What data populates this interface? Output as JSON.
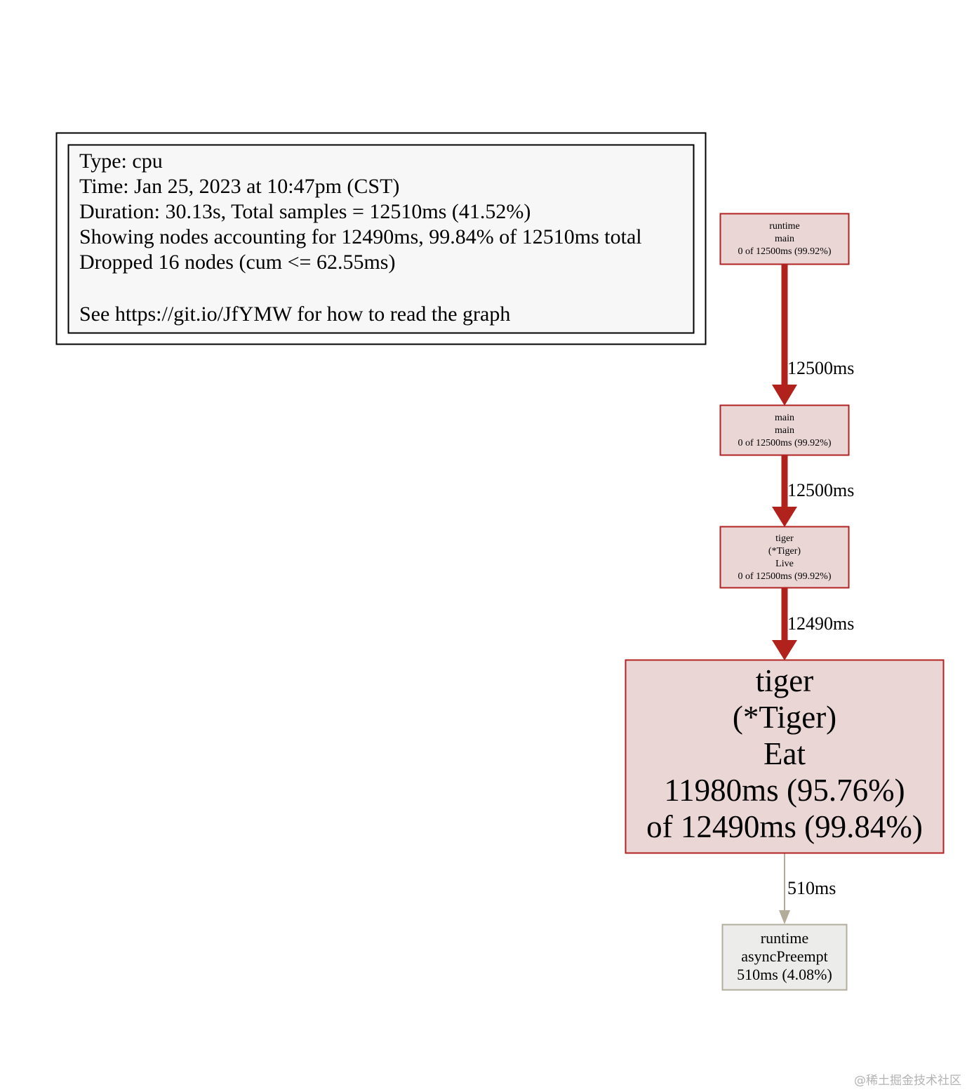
{
  "colors": {
    "hot_fill": "#ebd6d6",
    "hot_border": "#b22222",
    "hot_edge": "#b2221d",
    "cool_fill": "#ececea",
    "cool_border": "#b2ae9e",
    "cool_edge": "#b2ac98",
    "legend_fill": "#f7f7f7",
    "legend_border": "#000000"
  },
  "legend": {
    "lines": [
      "Type: cpu",
      "Time: Jan 25, 2023 at 10:47pm (CST)",
      "Duration: 30.13s, Total samples = 12510ms (41.52%)",
      "Showing nodes accounting for 12490ms, 99.84% of 12510ms total",
      "Dropped 16 nodes (cum <= 62.55ms)",
      "",
      "See https://git.io/JfYMW for how to read the graph"
    ]
  },
  "nodes": [
    {
      "id": "runtime_main",
      "lines": [
        "runtime",
        "main",
        "0 of 12500ms (99.92%)"
      ]
    },
    {
      "id": "main_main",
      "lines": [
        "main",
        "main",
        "0 of 12500ms (99.92%)"
      ]
    },
    {
      "id": "tiger_live",
      "lines": [
        "tiger",
        "(*Tiger)",
        "Live",
        "0 of 12500ms (99.92%)"
      ]
    },
    {
      "id": "tiger_eat",
      "lines": [
        "tiger",
        "(*Tiger)",
        "Eat",
        "11980ms (95.76%)",
        "of 12490ms (99.84%)"
      ]
    },
    {
      "id": "runtime_asyncpreempt",
      "lines": [
        "runtime",
        "asyncPreempt",
        "510ms (4.08%)"
      ]
    }
  ],
  "edges": [
    {
      "from": "runtime_main",
      "to": "main_main",
      "label": "12500ms"
    },
    {
      "from": "main_main",
      "to": "tiger_live",
      "label": "12500ms"
    },
    {
      "from": "tiger_live",
      "to": "tiger_eat",
      "label": "12490ms"
    },
    {
      "from": "tiger_eat",
      "to": "runtime_asyncpreempt",
      "label": "510ms"
    }
  ],
  "watermark": "@稀土掘金技术社区"
}
